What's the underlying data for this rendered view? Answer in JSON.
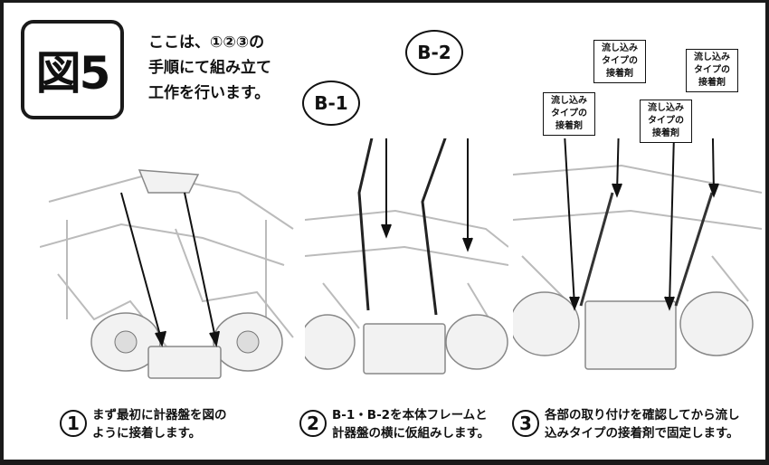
{
  "figure": {
    "label": "図5"
  },
  "intro": {
    "text": "ここは、①②③の\n手順にて組み立て\n工作を行います。"
  },
  "labels": {
    "b1": "B-1",
    "b2": "B-2"
  },
  "callout_text": "流し込み\nタイプの\n接着剤",
  "steps": [
    {
      "num": "1",
      "text": "まず最初に計器盤を図の\nように接着します。"
    },
    {
      "num": "2",
      "text": "B-1・B-2を本体フレームと\n計器盤の横に仮組みします。"
    },
    {
      "num": "3",
      "text": "各部の取り付けを確認してから流し\n込みタイプの接着剤で固定します。"
    }
  ]
}
